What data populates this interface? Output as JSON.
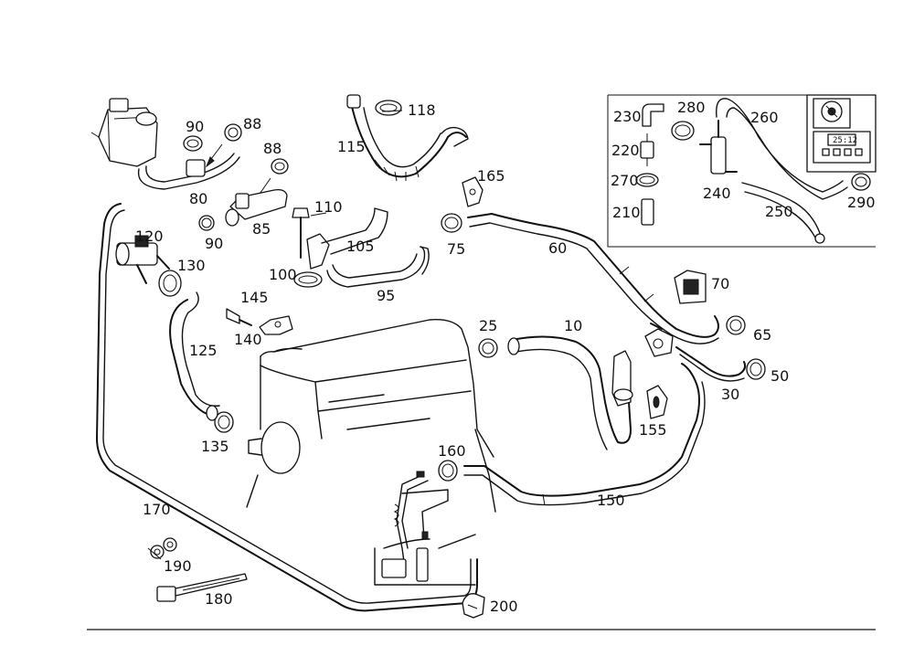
{
  "callouts": [
    {
      "id": "90a",
      "text": "90"
    },
    {
      "id": "88a",
      "text": "88"
    },
    {
      "id": "88b",
      "text": "88"
    },
    {
      "id": "80",
      "text": "80"
    },
    {
      "id": "85",
      "text": "85"
    },
    {
      "id": "90b",
      "text": "90"
    },
    {
      "id": "110",
      "text": "110"
    },
    {
      "id": "115",
      "text": "115"
    },
    {
      "id": "118",
      "text": "118"
    },
    {
      "id": "165",
      "text": "165"
    },
    {
      "id": "120",
      "text": "120"
    },
    {
      "id": "130",
      "text": "130"
    },
    {
      "id": "105",
      "text": "105"
    },
    {
      "id": "75",
      "text": "75"
    },
    {
      "id": "60",
      "text": "60"
    },
    {
      "id": "100",
      "text": "100"
    },
    {
      "id": "95",
      "text": "95"
    },
    {
      "id": "145",
      "text": "145"
    },
    {
      "id": "140",
      "text": "140"
    },
    {
      "id": "125",
      "text": "125"
    },
    {
      "id": "25",
      "text": "25"
    },
    {
      "id": "10",
      "text": "10"
    },
    {
      "id": "70",
      "text": "70"
    },
    {
      "id": "65",
      "text": "65"
    },
    {
      "id": "50",
      "text": "50"
    },
    {
      "id": "30",
      "text": "30"
    },
    {
      "id": "155",
      "text": "155"
    },
    {
      "id": "135",
      "text": "135"
    },
    {
      "id": "160",
      "text": "160"
    },
    {
      "id": "150",
      "text": "150"
    },
    {
      "id": "170",
      "text": "170"
    },
    {
      "id": "190",
      "text": "190"
    },
    {
      "id": "180",
      "text": "180"
    },
    {
      "id": "200",
      "text": "200"
    },
    {
      "id": "230",
      "text": "230"
    },
    {
      "id": "280",
      "text": "280"
    },
    {
      "id": "260",
      "text": "260"
    },
    {
      "id": "220",
      "text": "220"
    },
    {
      "id": "270",
      "text": "270"
    },
    {
      "id": "240",
      "text": "240"
    },
    {
      "id": "210",
      "text": "210"
    },
    {
      "id": "250",
      "text": "250"
    },
    {
      "id": "290",
      "text": "290"
    }
  ],
  "inset": {
    "clock_display": "25:12"
  }
}
